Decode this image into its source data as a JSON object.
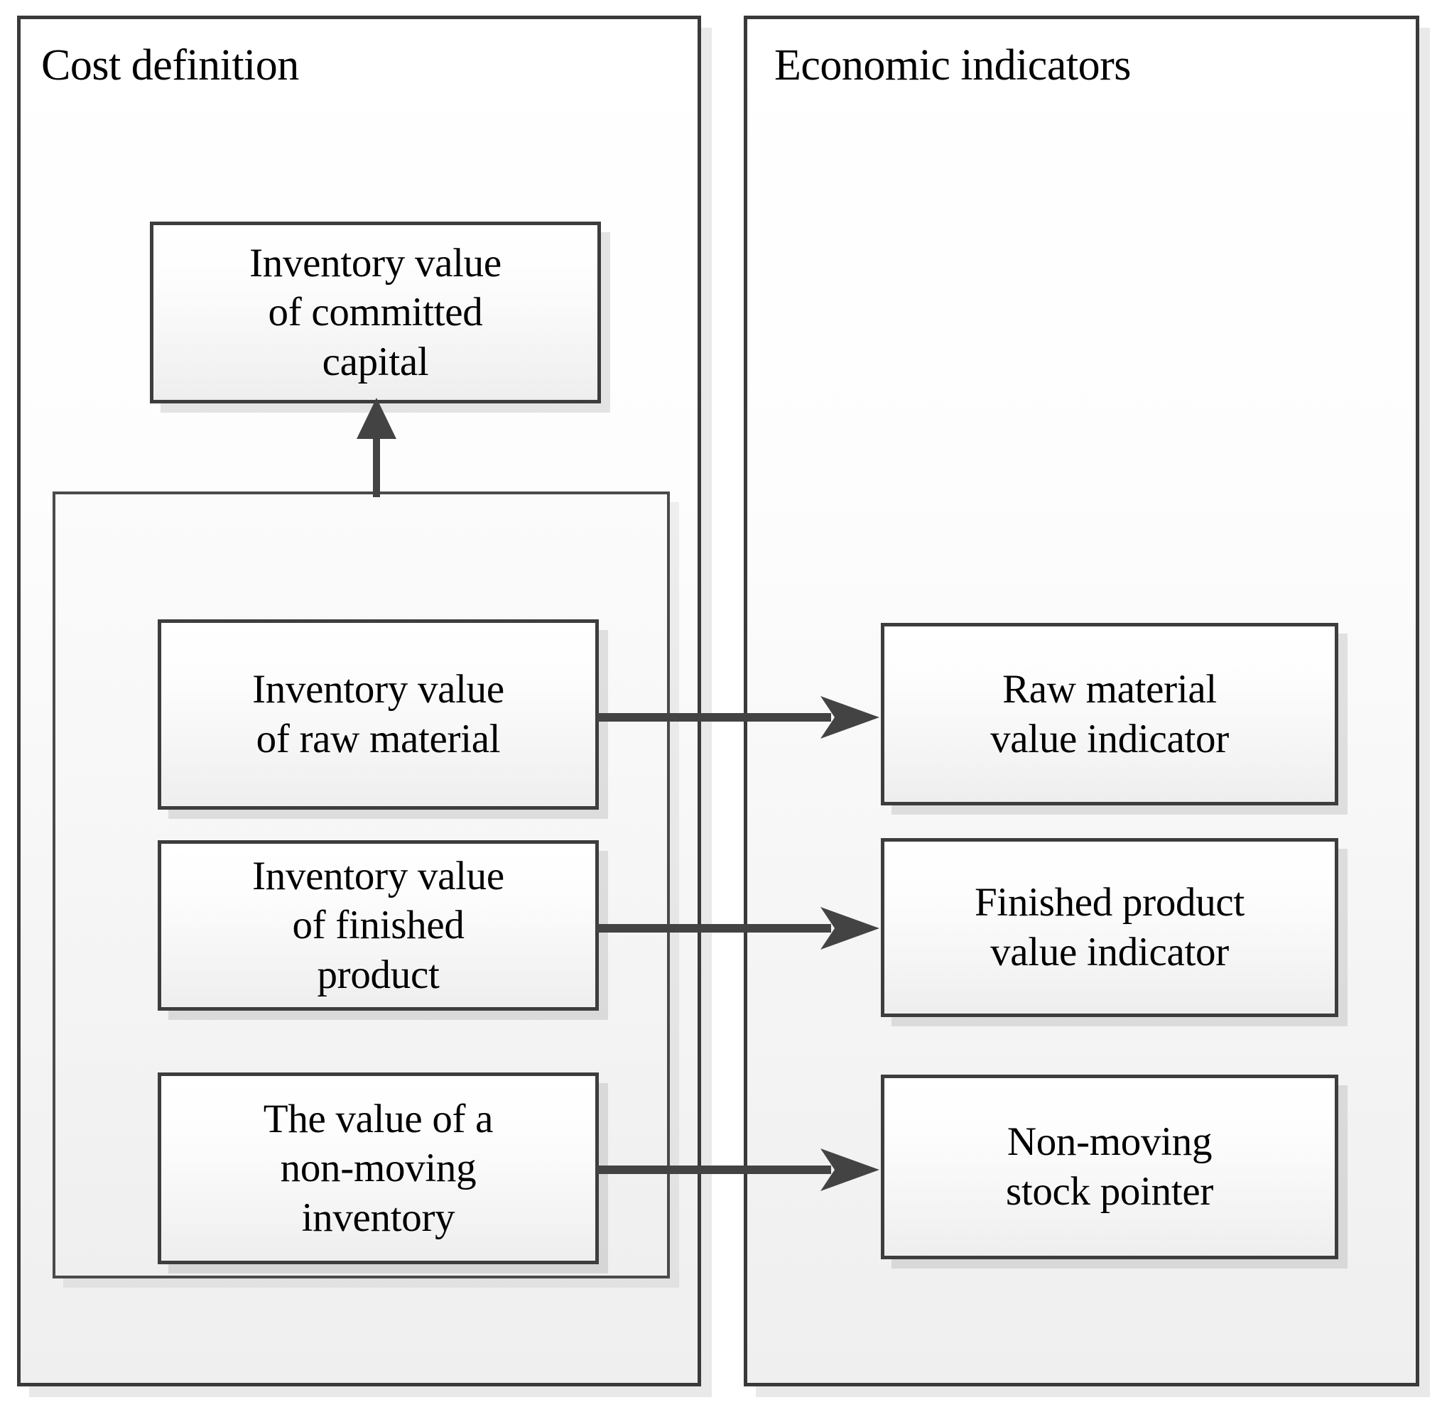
{
  "diagram": {
    "title_left": "Cost definition",
    "title_right": "Economic indicators",
    "accent_color": "#434343",
    "box_border_color": "#3d3d3d",
    "panel_border_color": "#3a3a3a"
  },
  "left_panel": {
    "title": "Cost definition",
    "top_box": {
      "label": "Inventory value\nof committed\ncapital"
    },
    "group": {
      "items": [
        {
          "label": "Inventory value\nof raw material"
        },
        {
          "label": "Inventory value\nof finished\nproduct"
        },
        {
          "label": "The value of a\nnon-moving\ninventory"
        }
      ]
    }
  },
  "right_panel": {
    "title": "Economic indicators",
    "items": [
      {
        "label": "Raw material\nvalue indicator"
      },
      {
        "label": "Finished product\nvalue indicator"
      },
      {
        "label": "Non-moving\nstock pointer"
      }
    ]
  },
  "connectors": [
    {
      "name": "group-to-committed-capital",
      "direction": "up"
    },
    {
      "name": "raw-material-to-raw-material-indicator",
      "direction": "right"
    },
    {
      "name": "finished-product-to-finished-product-indicator",
      "direction": "right"
    },
    {
      "name": "non-moving-inventory-to-non-moving-stock-pointer",
      "direction": "right"
    }
  ]
}
